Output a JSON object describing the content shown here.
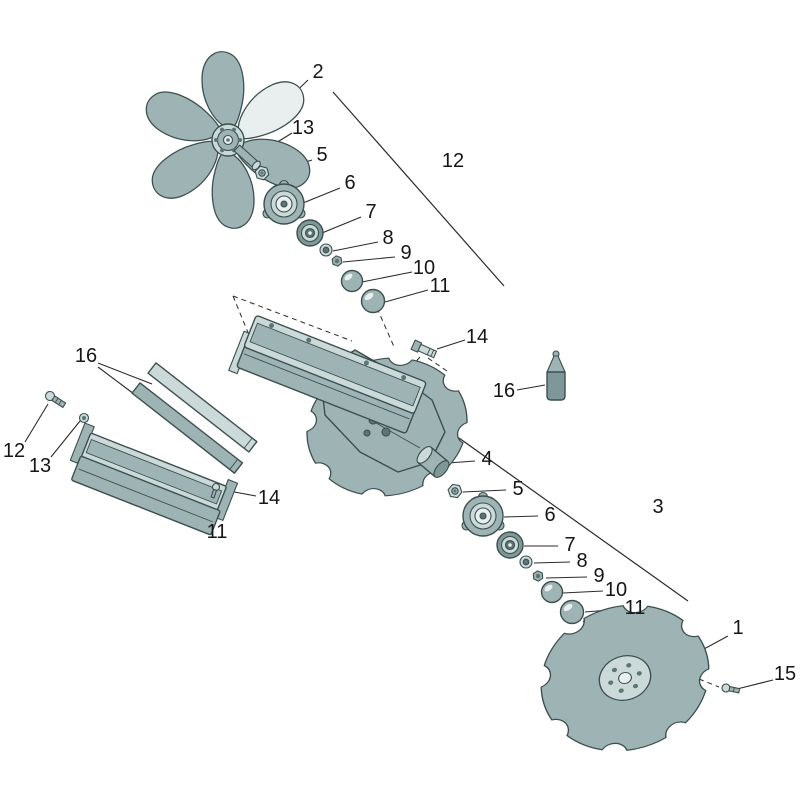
{
  "theme": {
    "bg": "#ffffff",
    "part_mid": "#9eb4b4",
    "part_light": "#ccd9d9",
    "part_dark": "#7e9797",
    "part_pale": "#e9efef",
    "hole": "#5d7575",
    "outline": "#3c4f4f",
    "line": "#2b2b2b",
    "label": "#161616"
  },
  "labels": [
    {
      "text": "2"
    },
    {
      "text": "13"
    },
    {
      "text": "5"
    },
    {
      "text": "6"
    },
    {
      "text": "7"
    },
    {
      "text": "8"
    },
    {
      "text": "9"
    },
    {
      "text": "10"
    },
    {
      "text": "11"
    },
    {
      "text": "12"
    },
    {
      "text": "14"
    },
    {
      "text": "16"
    },
    {
      "text": "16"
    },
    {
      "text": "12"
    },
    {
      "text": "13"
    },
    {
      "text": "11"
    },
    {
      "text": "14"
    },
    {
      "text": "4"
    },
    {
      "text": "5"
    },
    {
      "text": "6"
    },
    {
      "text": "7"
    },
    {
      "text": "8"
    },
    {
      "text": "9"
    },
    {
      "text": "10"
    },
    {
      "text": "11"
    },
    {
      "text": "3"
    },
    {
      "text": "1"
    },
    {
      "text": "15"
    }
  ]
}
